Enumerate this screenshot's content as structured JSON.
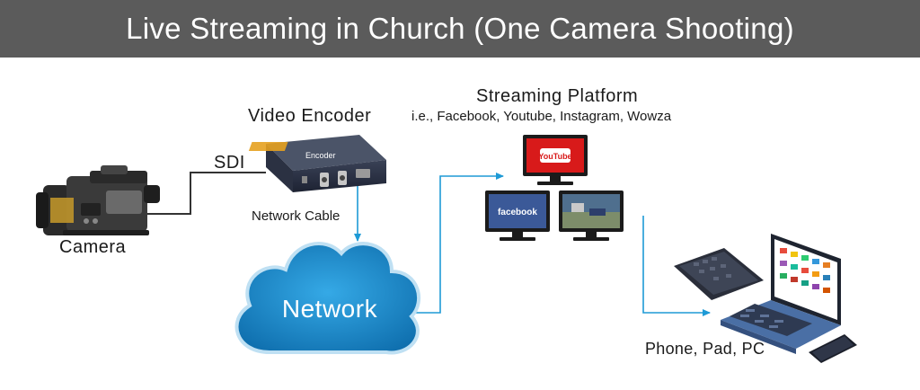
{
  "title": "Live Streaming in Church (One Camera Shooting)",
  "labels": {
    "camera": "Camera",
    "sdi": "SDI",
    "video_encoder": "Video  Encoder",
    "network_cable": "Network Cable",
    "network": "Network",
    "streaming_platform": "Streaming Platform",
    "platform_examples": "i.e., Facebook, Youtube, Instagram, Wowza",
    "devices": "Phone, Pad, PC"
  },
  "screens": {
    "youtube": "YouTube",
    "facebook": "facebook"
  },
  "encoder_brand": "Encoder",
  "colors": {
    "header_bg": "#5b5b5b",
    "flow_line": "#1e9ad6",
    "cable": "#333333",
    "cloud_fill": "#1a86c8",
    "youtube_red": "#e21b1b",
    "facebook_blue": "#3b5998",
    "laptop_blue": "#4a6fa5"
  },
  "icons": [
    "camera-icon",
    "encoder-icon",
    "cloud-icon",
    "monitor-icon",
    "laptop-icon",
    "phone-icon",
    "tablet-icon",
    "arrow-icon"
  ]
}
